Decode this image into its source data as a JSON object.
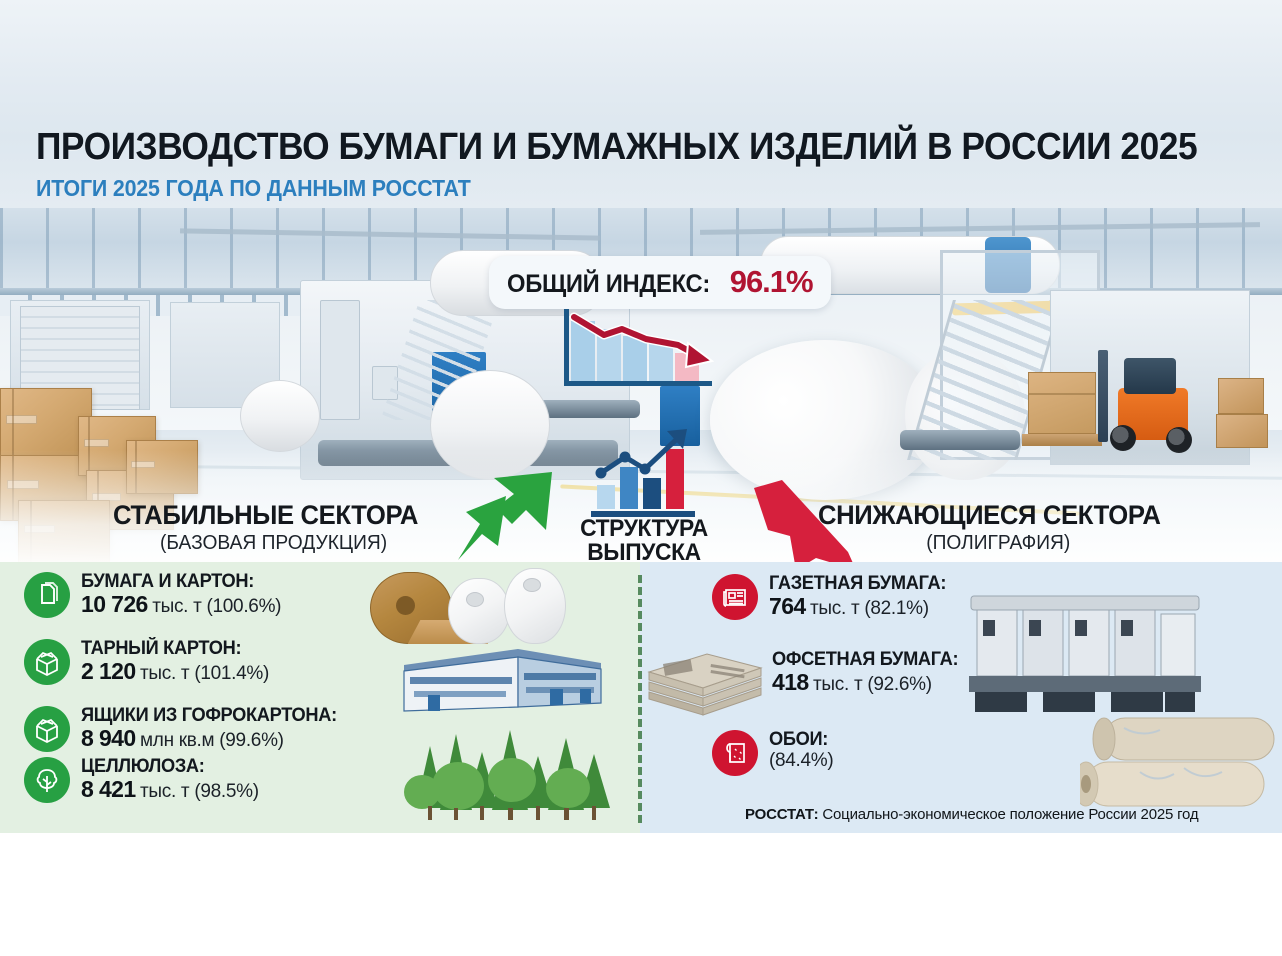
{
  "header": {
    "title": "ПРОИЗВОДСТВО БУМАГИ И БУМАЖНЫХ ИЗДЕЛИЙ В РОССИИ 2025",
    "subtitle": "ИТОГИ 2025 ГОДА ПО ДАННЫМ РОССТАТ"
  },
  "index_badge": {
    "label": "ОБЩИЙ ИНДЕКС:",
    "value": "96.1%"
  },
  "sections": {
    "left": {
      "heading": "СТАБИЛЬНЫЕ СЕКТОРА",
      "subheading": "(БАЗОВАЯ ПРОДУКЦИЯ)",
      "accent_color": "#27a043"
    },
    "center": {
      "heading_line1": "СТРУКТУРА",
      "heading_line2": "ВЫПУСКА"
    },
    "right": {
      "heading": "СНИЖАЮЩИЕСЯ СЕКТОРА",
      "subheading": "(ПОЛИГРАФИЯ)",
      "accent_color": "#cf1430"
    }
  },
  "stable_items": [
    {
      "icon": "documents-icon",
      "name": "БУМАГА И КАРТОН:",
      "number": "10 726",
      "unit": "тыс. т (100.6%)"
    },
    {
      "icon": "open-box-icon",
      "name": "ТАРНЫЙ КАРТОН:",
      "number": "2 120",
      "unit": "тыс. т (101.4%)"
    },
    {
      "icon": "open-box-icon",
      "name": "ЯЩИКИ ИЗ ГОФРОКАРТОНА:",
      "number": "8 940",
      "unit": "млн кв.м (99.6%)"
    },
    {
      "icon": "tree-icon",
      "name": "ЦЕЛЛЮЛОЗА:",
      "number": "8 421",
      "unit": "тыс. т (98.5%)"
    }
  ],
  "declining_items": [
    {
      "icon": "newspaper-icon",
      "name": "ГАЗЕТНАЯ БУМАГА:",
      "number": "764",
      "unit": "тыс. т (82.1%)"
    },
    {
      "icon": "newspaper-stack-image",
      "name": "ОФСЕТНАЯ БУМАГА:",
      "number": "418",
      "unit": "тыс. т (92.6%)"
    },
    {
      "icon": "wallpaper-roll-icon",
      "name": "ОБОИ:",
      "number": "",
      "unit": "(84.4%)"
    }
  ],
  "footer": {
    "source_label": "РОССТАТ:",
    "source_text": " Социально-экономическое положение России 2025 год"
  },
  "chart_data": [
    {
      "type": "bar",
      "title": "Общий индекс производства (снижение)",
      "categories": [
        "1",
        "2",
        "3",
        "4",
        "5",
        "6"
      ],
      "values": [
        100,
        96,
        92,
        88,
        84,
        72
      ],
      "series": [
        {
          "name": "Индекс",
          "values": [
            100,
            96,
            92,
            88,
            84,
            72
          ]
        }
      ],
      "trend": "declining",
      "bar_colors": [
        "#a9cfe9",
        "#a9cfe9",
        "#a9cfe9",
        "#a9cfe9",
        "#a9cfe9",
        "#f4b9c4"
      ],
      "line_color": "#b01432",
      "axis_color": "#1c5887",
      "grid": false,
      "legend": "none",
      "xlabel": "",
      "ylabel": "",
      "ylim": [
        0,
        110
      ]
    },
    {
      "type": "bar",
      "title": "Структура выпуска",
      "categories": [
        "1",
        "2",
        "3",
        "4"
      ],
      "values": [
        38,
        62,
        48,
        92
      ],
      "series": [
        {
          "name": "Выпуск",
          "values": [
            38,
            62,
            48,
            92
          ]
        }
      ],
      "trend": "rising",
      "bar_colors": [
        "#b7d7ee",
        "#3f86c4",
        "#1c4e7f",
        "#d6203d"
      ],
      "line_color": "#1c4e7f",
      "axis_color": "#1c4e7f",
      "grid": false,
      "legend": "none",
      "xlabel": "",
      "ylabel": "",
      "ylim": [
        0,
        100
      ]
    }
  ],
  "colors": {
    "green_panel": "#e3f0e2",
    "blue_panel": "#dce9f4",
    "green_accent": "#27a043",
    "red_accent": "#cf1430",
    "index_red": "#b01432",
    "subtitle_blue": "#2c7fbe",
    "divider_green": "#3f7a47"
  }
}
